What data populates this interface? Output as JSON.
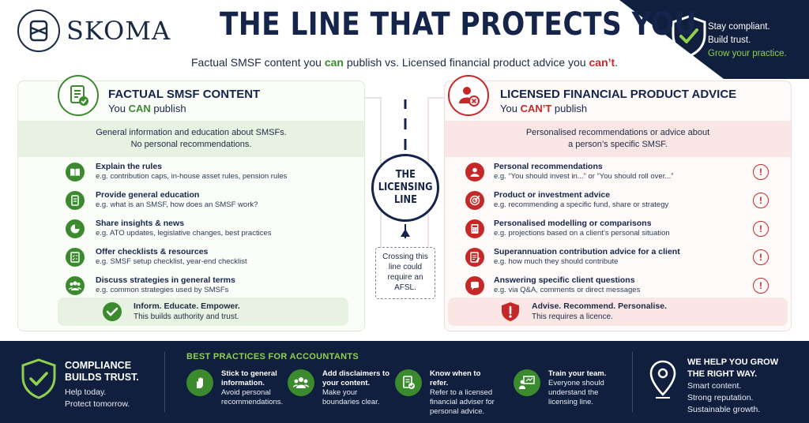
{
  "brand": {
    "name": "SKOMA"
  },
  "header": {
    "title": "THE LINE THAT PROTECTS YOU",
    "subtitle_pre": "Factual SMSF content you ",
    "subtitle_can": "can",
    "subtitle_mid": " publish vs. Licensed financial product advice you ",
    "subtitle_cant": "can’t",
    "subtitle_post": "."
  },
  "tagline": {
    "line1": "Stay compliant.",
    "line2": "Build trust.",
    "line3": "Grow your practice."
  },
  "left_panel": {
    "title": "FACTUAL SMSF CONTENT",
    "sub_pre": "You ",
    "sub_key": "CAN",
    "sub_post": " publish",
    "intro_line1": "General information and education about SMSFs.",
    "intro_line2": "No personal recommendations.",
    "items": [
      {
        "title": "Explain the rules",
        "desc": "e.g. contribution caps, in-house asset rules, pension rules",
        "icon": "book-icon"
      },
      {
        "title": "Provide general education",
        "desc": "e.g. what is an SMSF, how does an SMSF work?",
        "icon": "document-icon"
      },
      {
        "title": "Share insights & news",
        "desc": "e.g. ATO updates, legislative changes, best practices",
        "icon": "pie-chart-icon"
      },
      {
        "title": "Offer checklists & resources",
        "desc": "e.g. SMSF setup checklist, year-end checklist",
        "icon": "checklist-icon"
      },
      {
        "title": "Discuss strategies in general terms",
        "desc": "e.g. common strategies used by SMSFs",
        "icon": "group-icon"
      }
    ],
    "foot_title": "Inform. Educate. Empower.",
    "foot_desc": "This builds authority and trust."
  },
  "right_panel": {
    "title": "LICENSED FINANCIAL PRODUCT ADVICE",
    "sub_pre": "You ",
    "sub_key": "CAN’T",
    "sub_post": " publish",
    "intro_line1": "Personalised recommendations or advice about",
    "intro_line2": "a person’s specific SMSF.",
    "items": [
      {
        "title": "Personal recommendations",
        "desc": "e.g. “You should invest in...” or “You should roll over...”",
        "icon": "person-icon"
      },
      {
        "title": "Product or investment advice",
        "desc": "e.g. recommending a specific fund, share or strategy",
        "icon": "target-icon"
      },
      {
        "title": "Personalised modelling or comparisons",
        "desc": "e.g. projections based on a client’s personal situation",
        "icon": "calculator-icon"
      },
      {
        "title": "Superannuation contribution advice for a client",
        "desc": "e.g. how much they should contribute",
        "icon": "form-icon"
      },
      {
        "title": "Answering specific client questions",
        "desc": "e.g. via Q&A, comments or direct messages",
        "icon": "chat-icon"
      }
    ],
    "alert_glyph": "!",
    "foot_title": "Advise. Recommend. Personalise.",
    "foot_desc": "This requires a licence."
  },
  "center": {
    "line1": "THE",
    "line2": "LICENSING",
    "line3": "LINE",
    "cross_line1": "Crossing this",
    "cross_line2": "line could",
    "cross_line3": "require an",
    "cross_line4": "AFSL."
  },
  "band": {
    "compliance_title1": "COMPLIANCE",
    "compliance_title2": "BUILDS TRUST.",
    "compliance_desc1": "Help today.",
    "compliance_desc2": "Protect tomorrow.",
    "practices_title": "BEST PRACTICES FOR ACCOUNTANTS",
    "practices": [
      {
        "bold": "Stick to general information.",
        "rest": "Avoid personal recommendations."
      },
      {
        "bold": "Add disclaimers to your content.",
        "rest": "Make your boundaries clear."
      },
      {
        "bold": "Know when to refer.",
        "rest": "Refer to a licensed financial adviser for personal advice."
      },
      {
        "bold": "Train your team.",
        "rest": "Everyone should understand the licensing line."
      }
    ],
    "help_title1": "WE HELP YOU GROW",
    "help_title2": "THE RIGHT WAY.",
    "help_desc1": "Smart content.",
    "help_desc2": "Strong reputation.",
    "help_desc3": "Sustainable growth."
  },
  "colors": {
    "navy": "#0f1f3d",
    "green": "#3b8a2e",
    "red": "#c62828",
    "lime": "#8fd14f"
  }
}
